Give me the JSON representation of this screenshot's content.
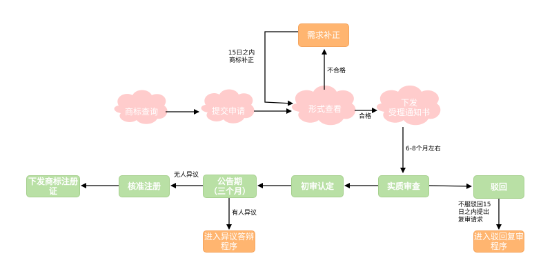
{
  "colors": {
    "green": "#b9e0a5",
    "orange": "#ffb570",
    "pink": "#ffcccc",
    "line": "#000000"
  },
  "nodes": {
    "trademark_search": "商标查询",
    "submit_application": "提交申请",
    "formal_review": "形式查看",
    "need_correction": "需求补正",
    "issue_acceptance": "下发\n受理通知书",
    "substantive_review": "实质审查",
    "preliminary_approval": "初审认定",
    "announcement": "公告期\n（三个月）",
    "approve_registration": "核准注册",
    "issue_certificate": "下发商标注册\n证",
    "rejection": "驳回",
    "opposition_procedure": "进入异议答辩\n程序",
    "review_procedure": "进入驳回复审\n程序"
  },
  "labels": {
    "correction_within": "15日之内\n商标补正",
    "not_qualified": "不合格",
    "qualified": "合格",
    "months": "6-8个月左右",
    "no_objection": "无人异议",
    "has_objection": "有人异议",
    "appeal": "不服驳回15\n日之内提出\n复审请求"
  }
}
